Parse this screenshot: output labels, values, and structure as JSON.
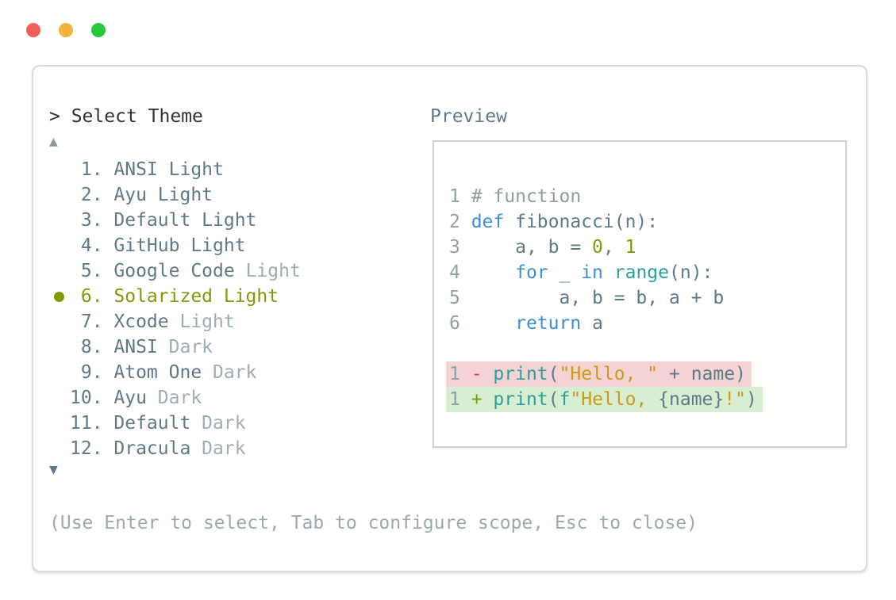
{
  "window": {
    "traffic_lights": [
      {
        "name": "close",
        "color": "#f25f58"
      },
      {
        "name": "minimize",
        "color": "#f3b23a"
      },
      {
        "name": "zoom",
        "color": "#27c93f"
      }
    ]
  },
  "picker": {
    "prompt_char": "> ",
    "title": "Select Theme",
    "scroll_up_indicator": "▲",
    "scroll_down_indicator": "▼",
    "items": [
      {
        "num": " 1.",
        "main": "ANSI Light",
        "suffix": "",
        "selected": false
      },
      {
        "num": " 2.",
        "main": "Ayu Light",
        "suffix": "",
        "selected": false
      },
      {
        "num": " 3.",
        "main": "Default Light",
        "suffix": "",
        "selected": false
      },
      {
        "num": " 4.",
        "main": "GitHub Light",
        "suffix": "",
        "selected": false
      },
      {
        "num": " 5.",
        "main": "Google Code",
        "suffix": " Light",
        "selected": false
      },
      {
        "num": " 6.",
        "main": "Solarized Light",
        "suffix": "",
        "selected": true
      },
      {
        "num": " 7.",
        "main": "Xcode",
        "suffix": " Light",
        "selected": false
      },
      {
        "num": " 8.",
        "main": "ANSI",
        "suffix": " Dark",
        "selected": false
      },
      {
        "num": " 9.",
        "main": "Atom One",
        "suffix": " Dark",
        "selected": false
      },
      {
        "num": "10.",
        "main": "Ayu",
        "suffix": " Dark",
        "selected": false
      },
      {
        "num": "11.",
        "main": "Default",
        "suffix": " Dark",
        "selected": false
      },
      {
        "num": "12.",
        "main": "Dracula",
        "suffix": " Dark",
        "selected": false
      }
    ],
    "hint": "(Use Enter to select, Tab to configure scope, Esc to close)"
  },
  "preview": {
    "label": "Preview",
    "code_lines": [
      {
        "num": "1",
        "diff": "",
        "tokens": [
          [
            "# function",
            "comment"
          ]
        ]
      },
      {
        "num": "2",
        "diff": "",
        "tokens": [
          [
            "def",
            "kw"
          ],
          [
            " fibonacci(n):",
            "base"
          ]
        ]
      },
      {
        "num": "3",
        "diff": "",
        "tokens": [
          [
            "    a, b = ",
            "base"
          ],
          [
            "0",
            "lit"
          ],
          [
            ", ",
            "base"
          ],
          [
            "1",
            "lit"
          ]
        ]
      },
      {
        "num": "4",
        "diff": "",
        "tokens": [
          [
            "    ",
            "base"
          ],
          [
            "for",
            "kw"
          ],
          [
            " _ ",
            "base"
          ],
          [
            "in",
            "kw"
          ],
          [
            " ",
            "base"
          ],
          [
            "range",
            "fn"
          ],
          [
            "(n):",
            "base"
          ]
        ]
      },
      {
        "num": "5",
        "diff": "",
        "tokens": [
          [
            "        a, b = b, a + b",
            "base"
          ]
        ]
      },
      {
        "num": "6",
        "diff": "",
        "tokens": [
          [
            "    ",
            "base"
          ],
          [
            "return",
            "kw"
          ],
          [
            " a",
            "base"
          ]
        ]
      },
      {
        "num": "",
        "diff": "",
        "tokens": []
      },
      {
        "num": "1",
        "diff": "removed",
        "tokens": [
          [
            "-",
            "minus"
          ],
          [
            " ",
            "base"
          ],
          [
            "print",
            "fn"
          ],
          [
            "(",
            "base"
          ],
          [
            "\"Hello, \"",
            "str"
          ],
          [
            " + name)",
            "base"
          ]
        ]
      },
      {
        "num": "1",
        "diff": "added",
        "tokens": [
          [
            "+",
            "plus"
          ],
          [
            " ",
            "base"
          ],
          [
            "print",
            "fn"
          ],
          [
            "(",
            "base"
          ],
          [
            "f",
            "fn"
          ],
          [
            "\"Hello, ",
            "str"
          ],
          [
            "{name}",
            "base"
          ],
          [
            "!\"",
            "str"
          ],
          [
            ")",
            "base"
          ]
        ]
      }
    ]
  },
  "colors": {
    "header": "#2d3339",
    "slate": "#5f7a87",
    "dim": "#9cadb4",
    "olive": "#82990a",
    "hint": "#9aaaaf",
    "arrowUp": "#8a99a3",
    "arrowDown": "#5d7988",
    "base": "#5f7a87",
    "comment": "#909da0",
    "lnum": "#8f9fa4",
    "kw": "#3f8ed6",
    "fn": "#2aa198",
    "str": "#c99c15",
    "minus": "#e0403c",
    "removedBg": "#f4d3d4",
    "addedBg": "#d7eed3"
  }
}
